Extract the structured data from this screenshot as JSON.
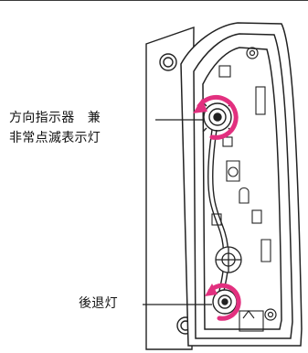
{
  "labels": {
    "turn_signal_line1": "方向指示器　兼",
    "turn_signal_line2": "非常点滅表示灯",
    "backup_lamp": "後退灯"
  },
  "colors": {
    "line": "#222222",
    "arrow": "#e2307f",
    "fill_light": "#f2f2f2"
  },
  "icons": {
    "rotate": "rotation-arrow-icon"
  }
}
